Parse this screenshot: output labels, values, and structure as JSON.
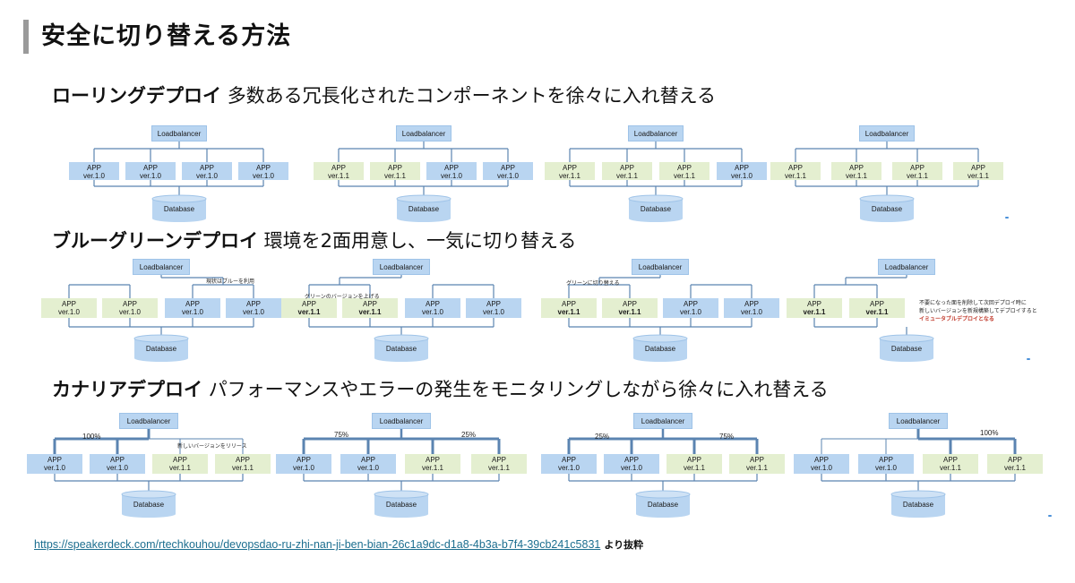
{
  "page": {
    "title": "安全に切り替える方法"
  },
  "sections": [
    {
      "heading": "ローリングデプロイ",
      "description": "多数ある冗長化されたコンポーネントを徐々に入れ替える"
    },
    {
      "heading": "ブルーグリーンデプロイ",
      "description": "環境を2面用意し、一気に切り替える"
    },
    {
      "heading": "カナリアデプロイ",
      "description": "パフォーマンスやエラーの発生をモニタリングしながら徐々に入れ替える"
    }
  ],
  "labels": {
    "loadbalancer": "Loadbalancer",
    "database": "Database",
    "app": "APP",
    "ver_old": "ver.1.0",
    "ver_new": "ver.1.1"
  },
  "notes": {
    "bg_current": "現状はブルーを利用",
    "bg_upgrade": "グリーンのバージョンを上げる",
    "bg_switch": "グリーンに切り替える",
    "bg_final_1": "不要になった面を削除して次回デプロイ時に",
    "bg_final_2": "新しいバージョンを新規構築してデプロイすると",
    "bg_final_3": "イミュータブルデプロイとなる",
    "canary_release": "新しいバージョンをリリース"
  },
  "canary_percentages": {
    "d1": [
      "100%"
    ],
    "d2": [
      "75%",
      "25%"
    ],
    "d3": [
      "25%",
      "75%"
    ],
    "d4": [
      "100%"
    ]
  },
  "diagrams": {
    "rolling": [
      [
        "old",
        "old",
        "old",
        "old"
      ],
      [
        "new",
        "new",
        "old",
        "old"
      ],
      [
        "new",
        "new",
        "new",
        "old"
      ],
      [
        "new",
        "new",
        "new",
        "new"
      ]
    ],
    "bluegreen": [
      [
        "new0",
        "new0",
        "old",
        "old"
      ],
      [
        "new",
        "new",
        "old",
        "old"
      ],
      [
        "new",
        "new",
        "old",
        "old"
      ],
      [
        "new",
        "new"
      ]
    ],
    "canary": [
      [
        "old",
        "old",
        "new",
        "new"
      ],
      [
        "old",
        "old",
        "new",
        "new"
      ],
      [
        "old",
        "old",
        "new",
        "new"
      ],
      [
        "old",
        "old",
        "new",
        "new"
      ]
    ]
  },
  "colors": {
    "blue_box": "#b9d5f1",
    "green_box": "#e4efd0",
    "line": "#5b84b1",
    "link": "#1c6e8f"
  },
  "source": {
    "url": "https://speakerdeck.com/rtechkouhou/devopsdao-ru-zhi-nan-ji-ben-bian-26c1a9dc-d1a8-4b3a-b7f4-39cb241c5831",
    "suffix": "より抜粋"
  }
}
